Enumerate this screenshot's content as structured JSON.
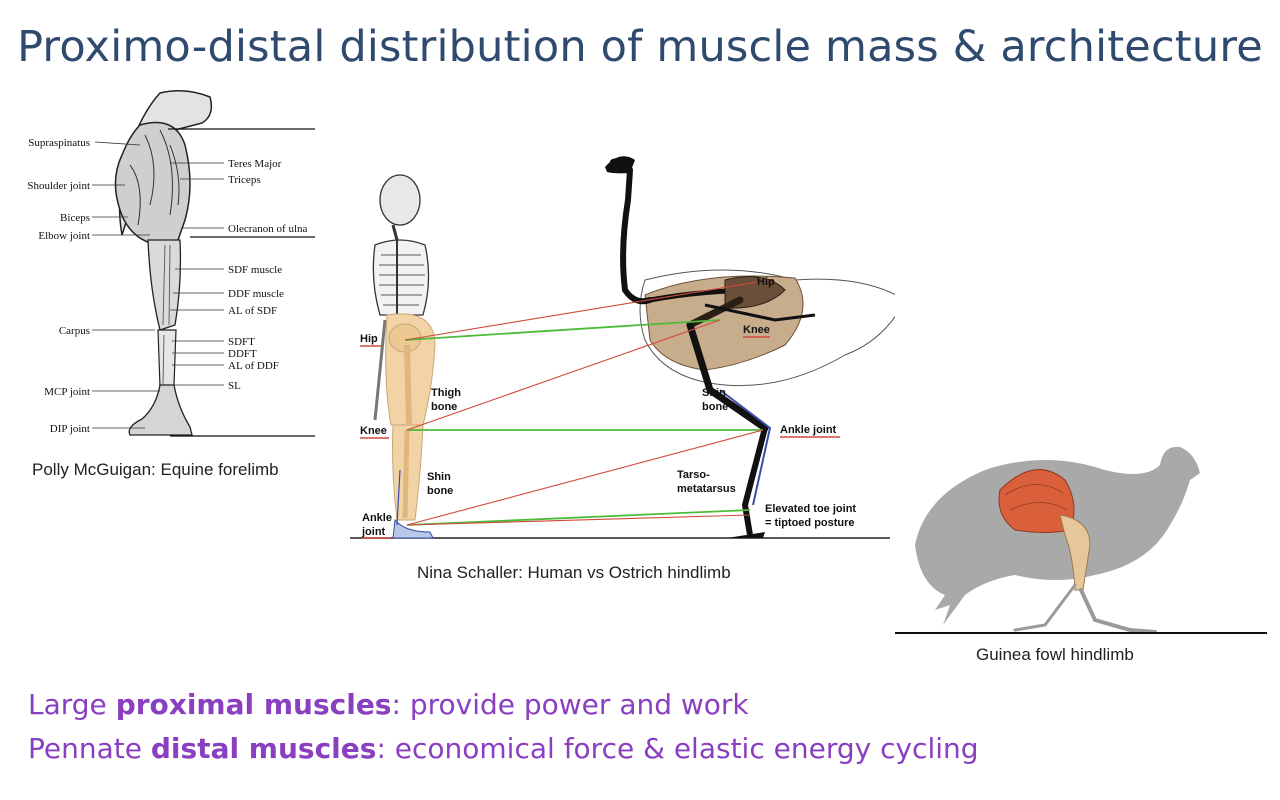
{
  "slide": {
    "title": "Proximo-distal distribution of muscle mass & architecture"
  },
  "equine": {
    "caption": "Polly McGuigan:  Equine forelimb",
    "left_labels": [
      "Supraspinatus",
      "Shoulder joint",
      "Biceps",
      "Elbow joint",
      "Carpus",
      "MCP joint",
      "DIP joint"
    ],
    "right_labels": [
      "Teres Major",
      "Triceps",
      "Olecranon of ulna",
      "SDF muscle",
      "DDF muscle",
      "AL of SDF",
      "SDFT",
      "DDFT",
      "AL of DDF",
      "SL"
    ]
  },
  "ostrich": {
    "caption": "Nina Schaller:  Human vs Ostrich hindlimb",
    "human_labels": {
      "hip": "Hip",
      "knee": "Knee",
      "ankle": "Ankle",
      "joint": "joint",
      "thigh1": "Thigh",
      "thigh2": "bone",
      "shin1": "Shin",
      "shin2": "bone"
    },
    "ostrich_labels": {
      "hip": "Hip",
      "knee": "Knee",
      "shin1": "Shin",
      "shin2": "bone",
      "ankle": "Ankle joint",
      "tarso1": "Tarso-",
      "tarso2": "metatarsus",
      "toe1": "Elevated toe joint",
      "toe2": "= tiptoed posture"
    }
  },
  "guinea": {
    "caption": "Guinea fowl hindlimb"
  },
  "bullets": {
    "line1_pre": "Large ",
    "line1_bold": "proximal muscles",
    "line1_post": ": provide power and work",
    "line2_pre": "Pennate ",
    "line2_bold": "distal muscles",
    "line2_post": ":  economical force & elastic energy cycling"
  },
  "colors": {
    "title": "#2f4a6e",
    "bullet_text": "#8a3fc0",
    "green_line": "#4dbb3a",
    "red_line": "#d04a3a",
    "muscle": "#d9603a",
    "bone_fill": "#f2d3a5",
    "silhouette": "#a9a9a9"
  }
}
